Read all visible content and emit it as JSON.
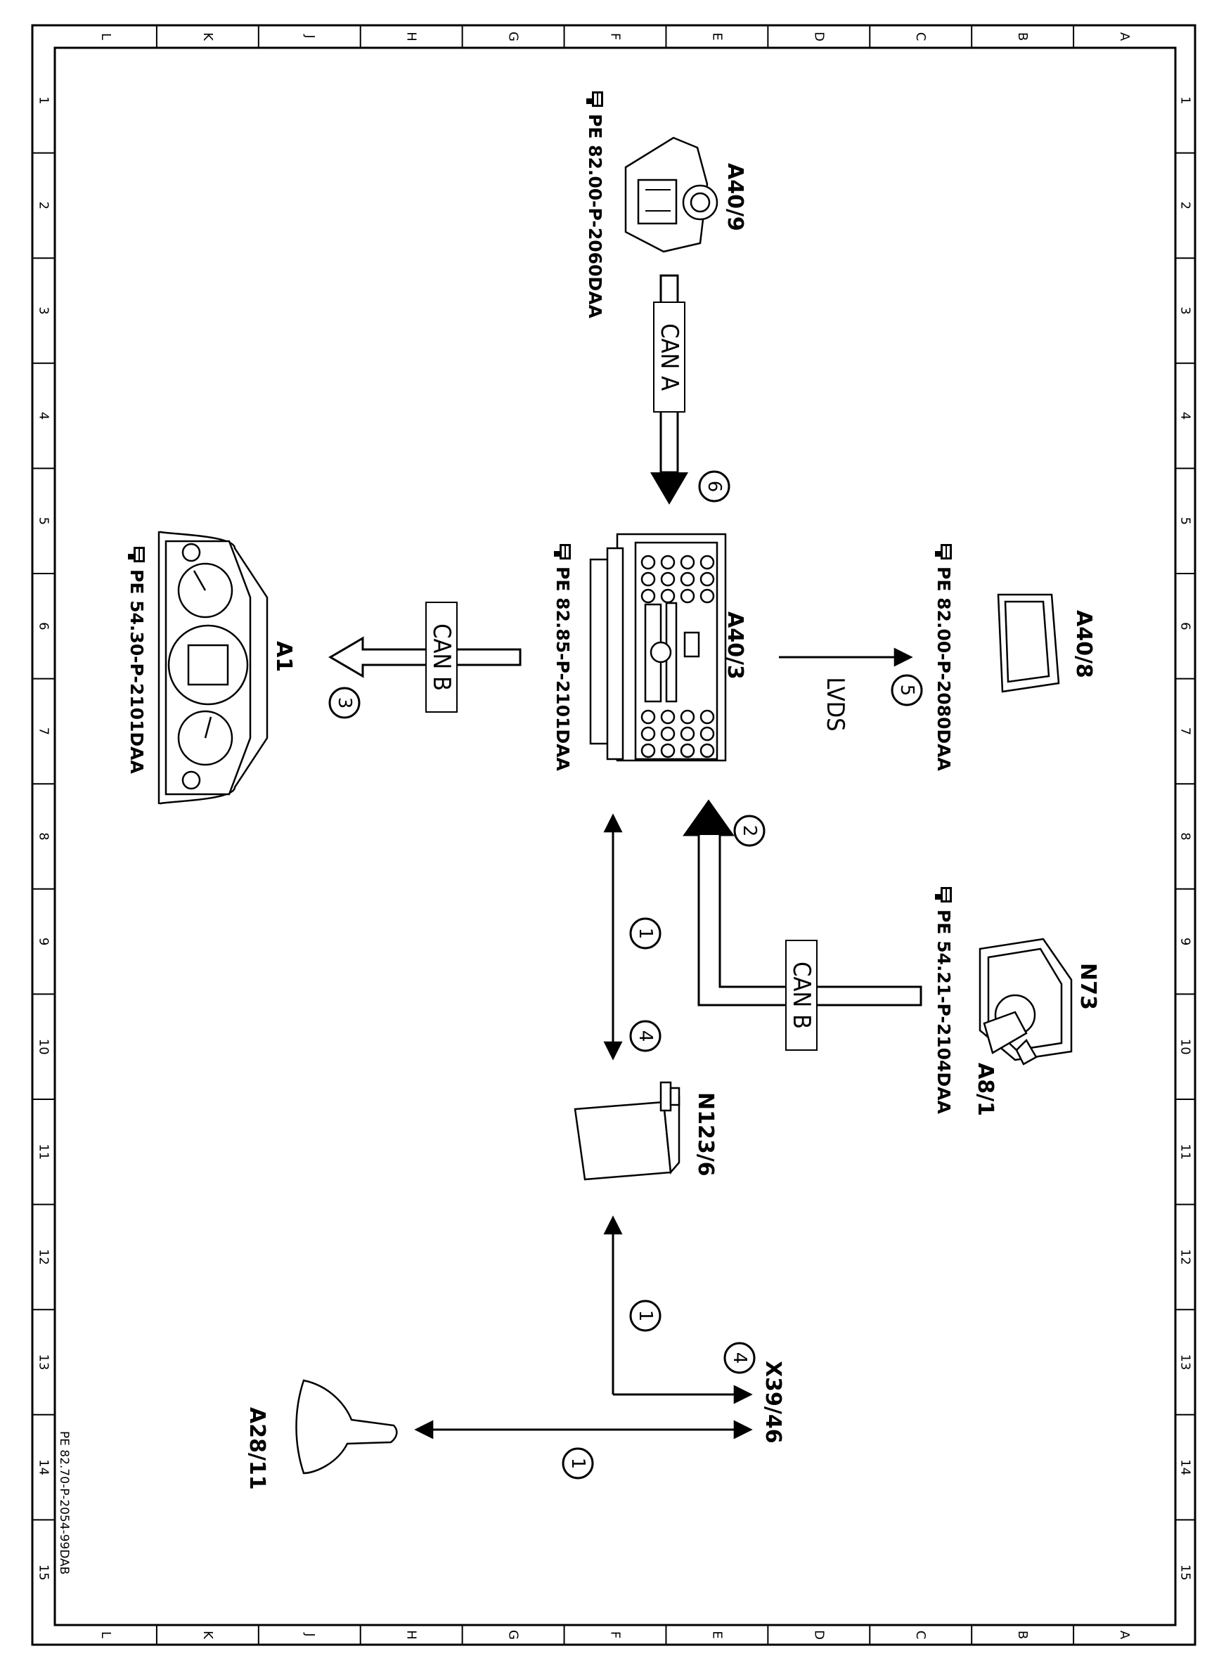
{
  "components": {
    "a40_9": {
      "label": "A40/9",
      "ref": "PE 82.00-P-2060DAA"
    },
    "a40_3": {
      "label": "A40/3",
      "ref": "PE 82.85-P-2101DAA"
    },
    "a40_8": {
      "label": "A40/8",
      "ref": "PE 82.00-P-2080DAA"
    },
    "a1": {
      "label": "A1",
      "ref": "PE 54.30-P-2101DAA"
    },
    "n73": {
      "label": "N73",
      "label2": "A8/1",
      "ref": "PE 54.21-P-2104DAA"
    },
    "n123_6": {
      "label": "N123/6"
    },
    "x39_46": {
      "label": "X39/46"
    },
    "a28_11": {
      "label": "A28/11"
    }
  },
  "buses": {
    "can_a": "CAN A",
    "can_b_a1": "CAN B",
    "can_b_n73": "CAN B",
    "lvds": "LVDS"
  },
  "markers": {
    "m6": "6",
    "m3": "3",
    "m5": "5",
    "m2": "2",
    "m1_upper": "1",
    "m4_upper": "4",
    "m1_mid": "1",
    "m4_lower": "4",
    "m1_bottom": "1"
  },
  "grid": {
    "numbers": [
      "1",
      "2",
      "3",
      "4",
      "5",
      "6",
      "7",
      "8",
      "9",
      "10",
      "11",
      "12",
      "13",
      "14",
      "15"
    ],
    "letters": [
      "L",
      "K",
      "J",
      "H",
      "G",
      "F",
      "E",
      "D",
      "C",
      "B",
      "A"
    ]
  },
  "footer": "PE 82.70-P-2054-99DAB",
  "icons": {
    "ref_marker": "pointing-hand-icon"
  }
}
